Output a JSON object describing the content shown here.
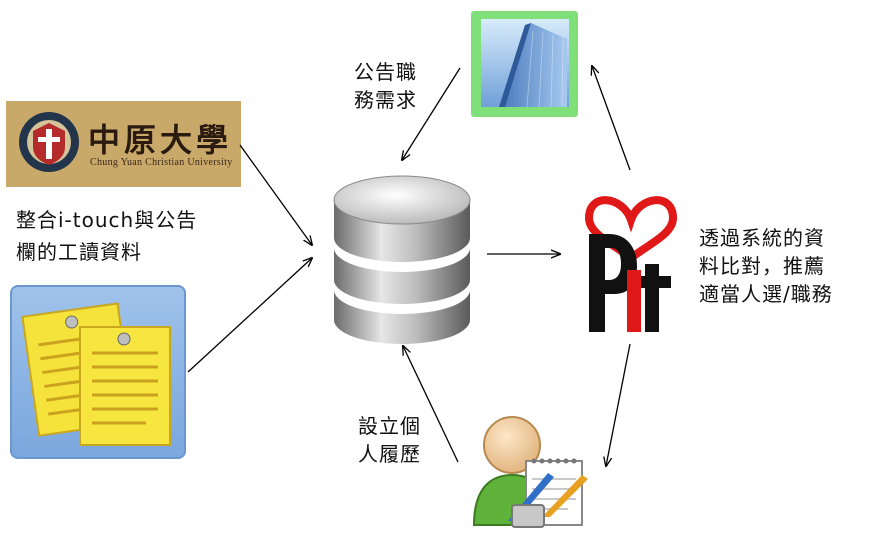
{
  "top_label": [
    "公告職",
    "務需求"
  ],
  "left_label": [
    "整合i-touch與公告",
    "欄的工讀資料"
  ],
  "right_label": [
    "透過系統的資",
    "料比對，推薦",
    "適當人選/職務"
  ],
  "bottom_label": [
    "設立個",
    "人履歷"
  ],
  "university_logo": {
    "name_zh": "中原大學",
    "name_en": "Chung Yuan Christian University"
  },
  "brand_logo": {
    "text": "Pit"
  },
  "icons": [
    "university-logo",
    "company-building-icon",
    "documents-icon",
    "database-icon",
    "pit-logo",
    "resume-user-icon"
  ],
  "colors": {
    "pit_red": "#e01818",
    "pit_black": "#111111",
    "building_green": "#7fe07a",
    "docs_blue": "#8fb6e6",
    "note_yellow": "#f5e23a"
  }
}
